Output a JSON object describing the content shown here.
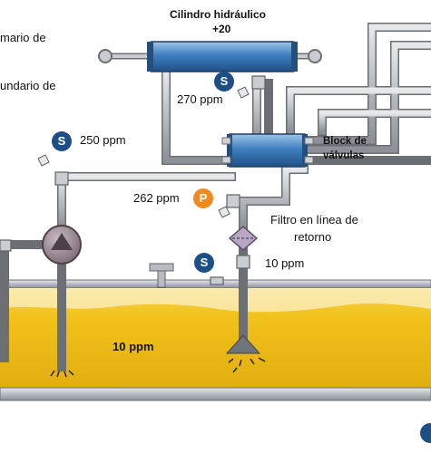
{
  "labels": {
    "cylinder_title": "Cilindro hidráulico",
    "cylinder_code": "+20",
    "edge_top": "mario de",
    "edge_mid": "undario de",
    "cylinder_ppm": "270 ppm",
    "pump_ppm": "250 ppm",
    "valve_block_line1": "Block de",
    "valve_block_line2": "válvulas",
    "pressure_ppm": "262 ppm",
    "filter_line1": "Filtro en línea de",
    "filter_line2": "retorno",
    "return_ppm": "10 ppm",
    "tank_ppm": "10 ppm"
  },
  "badges": {
    "sample": "S",
    "pressure": "P"
  },
  "colors": {
    "pipe": "#b8bcc2",
    "pipe_outline": "#5f6368",
    "cylinder": "#3f80bf",
    "oil": "#f2c21a",
    "sample_badge": "#1d4f86",
    "pressure_badge": "#ef8a22",
    "pump": "#8c7a86"
  }
}
